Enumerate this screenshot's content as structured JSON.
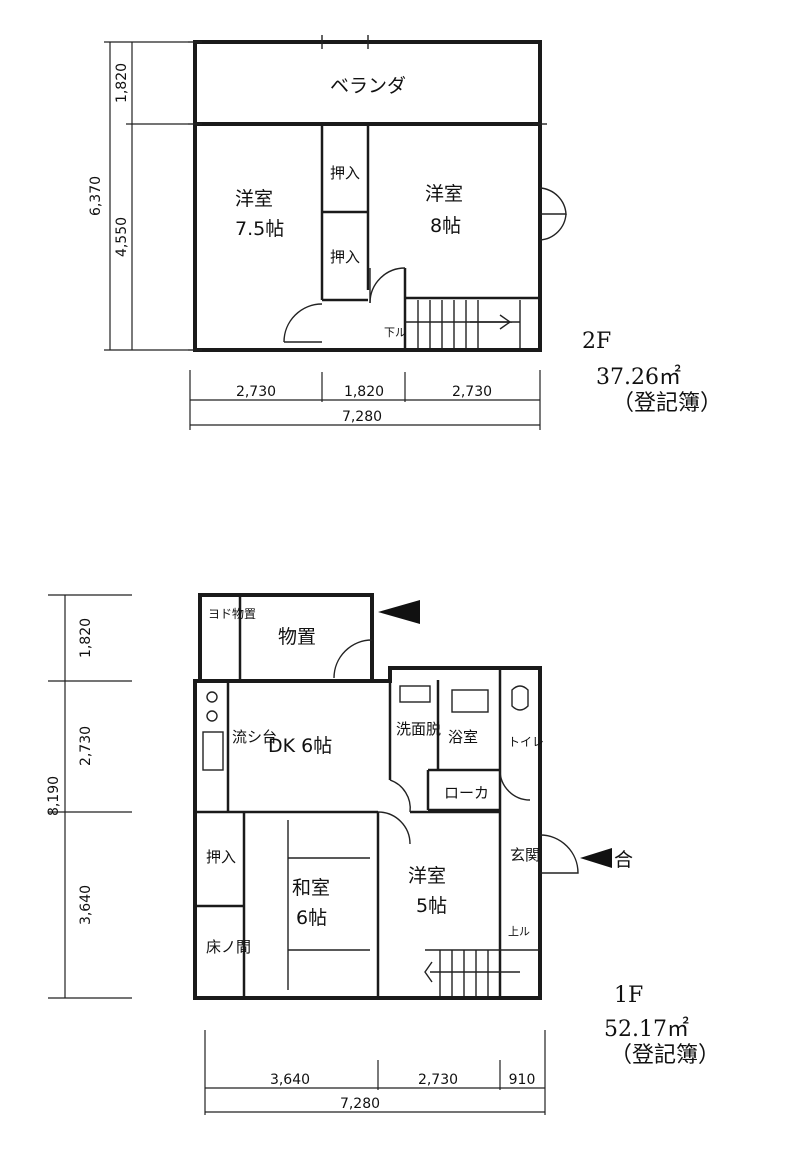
{
  "floor2": {
    "veranda": "ベランダ",
    "room_left_name": "洋室",
    "room_left_size": "7.5帖",
    "room_right_name": "洋室",
    "room_right_size": "8帖",
    "closet_1": "押入",
    "closet_2": "押入",
    "stair_down": "下ル",
    "dim_total_h": "6,370",
    "dim_veranda": "1,820",
    "dim_rooms": "4,550",
    "dim_w1": "2,730",
    "dim_w2": "1,820",
    "dim_w3": "2,730",
    "dim_total_w": "7,280",
    "floor_label": "2F",
    "area": "37.26㎡",
    "area_note": "（登記簿）"
  },
  "floor1": {
    "storage_small": "ヨド物置",
    "storage": "物置",
    "sink": "流シ台",
    "dk": "DK 6帖",
    "washroom": "洗面脱",
    "bath": "浴室",
    "toilet": "トイレ",
    "corridor": "ローカ",
    "closet": "押入",
    "tokonoma": "床ノ間",
    "washitsu_name": "和室",
    "washitsu_size": "6帖",
    "yoshitsu_name": "洋室",
    "yoshitsu_size": "5帖",
    "genkan": "玄関",
    "stair_up": "上ル",
    "entrance_mark": "合",
    "dim_total_h": "8,190",
    "dim_a": "1,820",
    "dim_b": "2,730",
    "dim_c": "3,640",
    "dim_w1": "3,640",
    "dim_w2": "2,730",
    "dim_w3": "910",
    "dim_total_w": "7,280",
    "floor_label": "1F",
    "area": "52.17㎡",
    "area_note": "（登記簿）"
  }
}
